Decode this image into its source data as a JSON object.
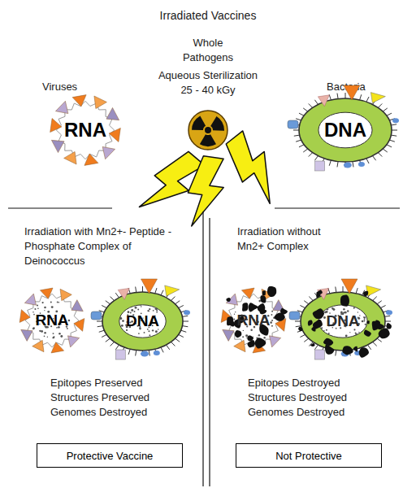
{
  "diagram": {
    "title": "Irradiated Vaccines",
    "nodes": [
      {
        "text": [
          "RNA"
        ]
      },
      {
        "text": [
          "DNA"
        ]
      },
      {
        "text": [
          "RNA"
        ]
      },
      {
        "text": [
          "DNA"
        ]
      },
      {
        "text": [
          "RNA"
        ]
      },
      {
        "text": [
          "DNA"
        ]
      },
      {
        "text": [
          "Protective Vaccine"
        ]
      },
      {
        "text": [
          "Not Protective"
        ]
      }
    ],
    "labels": [
      "Whole Pathogens",
      "Aqueous Sterilization 25 - 40 kGy",
      "Viruses",
      "Bacteria",
      "Irradiation with Mn2+- Peptide - Phosphate Complex of Deinococcus",
      "Irradiation without Mn2+ Complex",
      "Epitopes Preserved",
      "Structures Preserved",
      "Genomes Destroyed",
      "Epitopes Destroyed",
      "Structures Destroyed",
      "Genomes Destroyed"
    ]
  }
}
